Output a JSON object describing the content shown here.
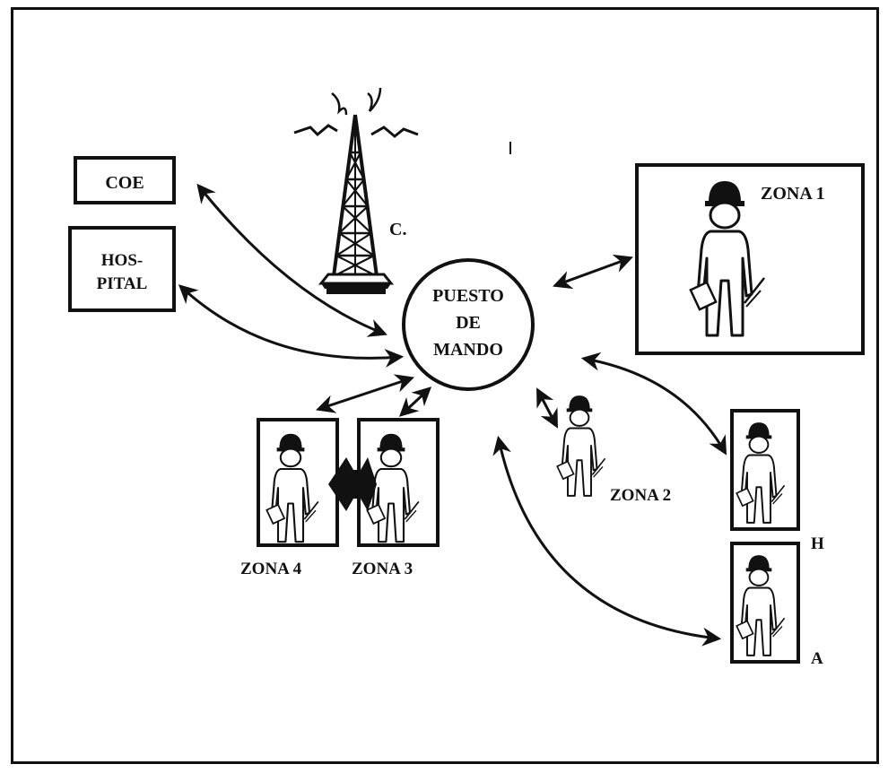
{
  "labels": {
    "coe": "COE",
    "hospital_line1": "HOS-",
    "hospital_line2": "PITAL",
    "tower": "C.",
    "center_line1": "PUESTO",
    "center_line2": "DE",
    "center_line3": "MANDO",
    "zona1": "ZONA 1",
    "zona2": "ZONA 2",
    "zona3": "ZONA 3",
    "zona4": "ZONA 4",
    "h": "H",
    "a": "A"
  },
  "icons": [
    "radio-tower-icon",
    "worker-with-helmet-icon",
    "double-arrow-icon"
  ],
  "colors": {
    "ink": "#111111",
    "paper": "#ffffff"
  }
}
